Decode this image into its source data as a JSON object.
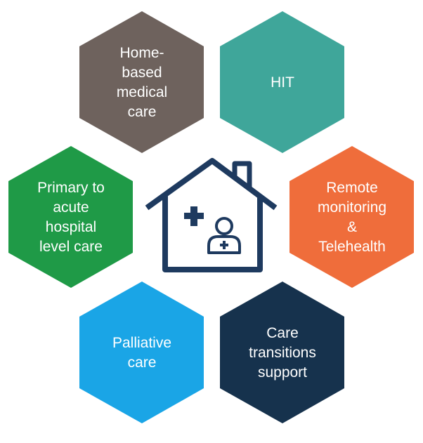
{
  "hexagons": [
    {
      "id": "home",
      "label": "Home-\nbased\nmedical\ncare",
      "color": "#6e625d"
    },
    {
      "id": "hit",
      "label": "HIT",
      "color": "#3fa69a"
    },
    {
      "id": "primary",
      "label": "Primary to\nacute\nhospital\nlevel care",
      "color": "#1f9a47"
    },
    {
      "id": "remote",
      "label": "Remote\nmonitoring\n&\nTelehealth",
      "color": "#ef6d3b"
    },
    {
      "id": "palliative",
      "label": "Palliative\ncare",
      "color": "#1aa5e6"
    },
    {
      "id": "care",
      "label": "Care\ntransitions\nsupport",
      "color": "#16324d"
    }
  ],
  "center_icon": {
    "name": "home-health-icon",
    "color": "#1e3a5f"
  }
}
